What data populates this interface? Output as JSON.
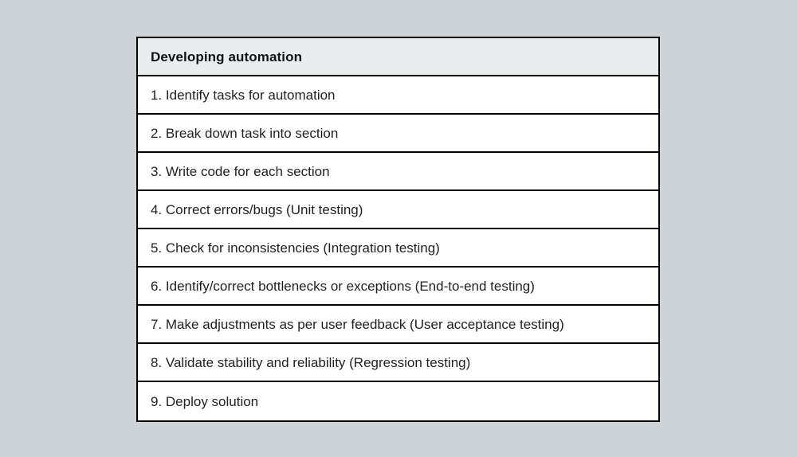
{
  "page": {
    "background_color": "#ced3d8"
  },
  "table": {
    "header": {
      "title": "Developing automation",
      "background_color": "#e9edee",
      "text_color": "#111315"
    },
    "border_color": "#000000",
    "row_background_color": "#ffffff",
    "row_text_color": "#1f2022",
    "rows": [
      {
        "number": "1.",
        "label": "Identify tasks for automation",
        "text": "1. Identify tasks for automation"
      },
      {
        "number": "2.",
        "label": "Break down task into section",
        "text": "2. Break down task into section"
      },
      {
        "number": "3.",
        "label": "Write code for each section",
        "text": "3. Write code for each section"
      },
      {
        "number": "4.",
        "label": "Correct errors/bugs (Unit testing)",
        "text": "4. Correct errors/bugs (Unit testing)"
      },
      {
        "number": "5.",
        "label": "Check for inconsistencies (Integration testing)",
        "text": "5. Check for inconsistencies (Integration testing)"
      },
      {
        "number": "6.",
        "label": "Identify/correct bottlenecks or exceptions (End-to-end testing)",
        "text": "6. Identify/correct bottlenecks or exceptions (End-to-end testing)"
      },
      {
        "number": "7.",
        "label": "Make adjustments as per user feedback (User acceptance testing)",
        "text": "7. Make adjustments as per user feedback (User acceptance testing)"
      },
      {
        "number": "8.",
        "label": "Validate stability and reliability (Regression testing)",
        "text": "8. Validate stability and reliability (Regression testing)"
      },
      {
        "number": "9.",
        "label": "Deploy solution",
        "text": "9. Deploy solution"
      }
    ]
  }
}
